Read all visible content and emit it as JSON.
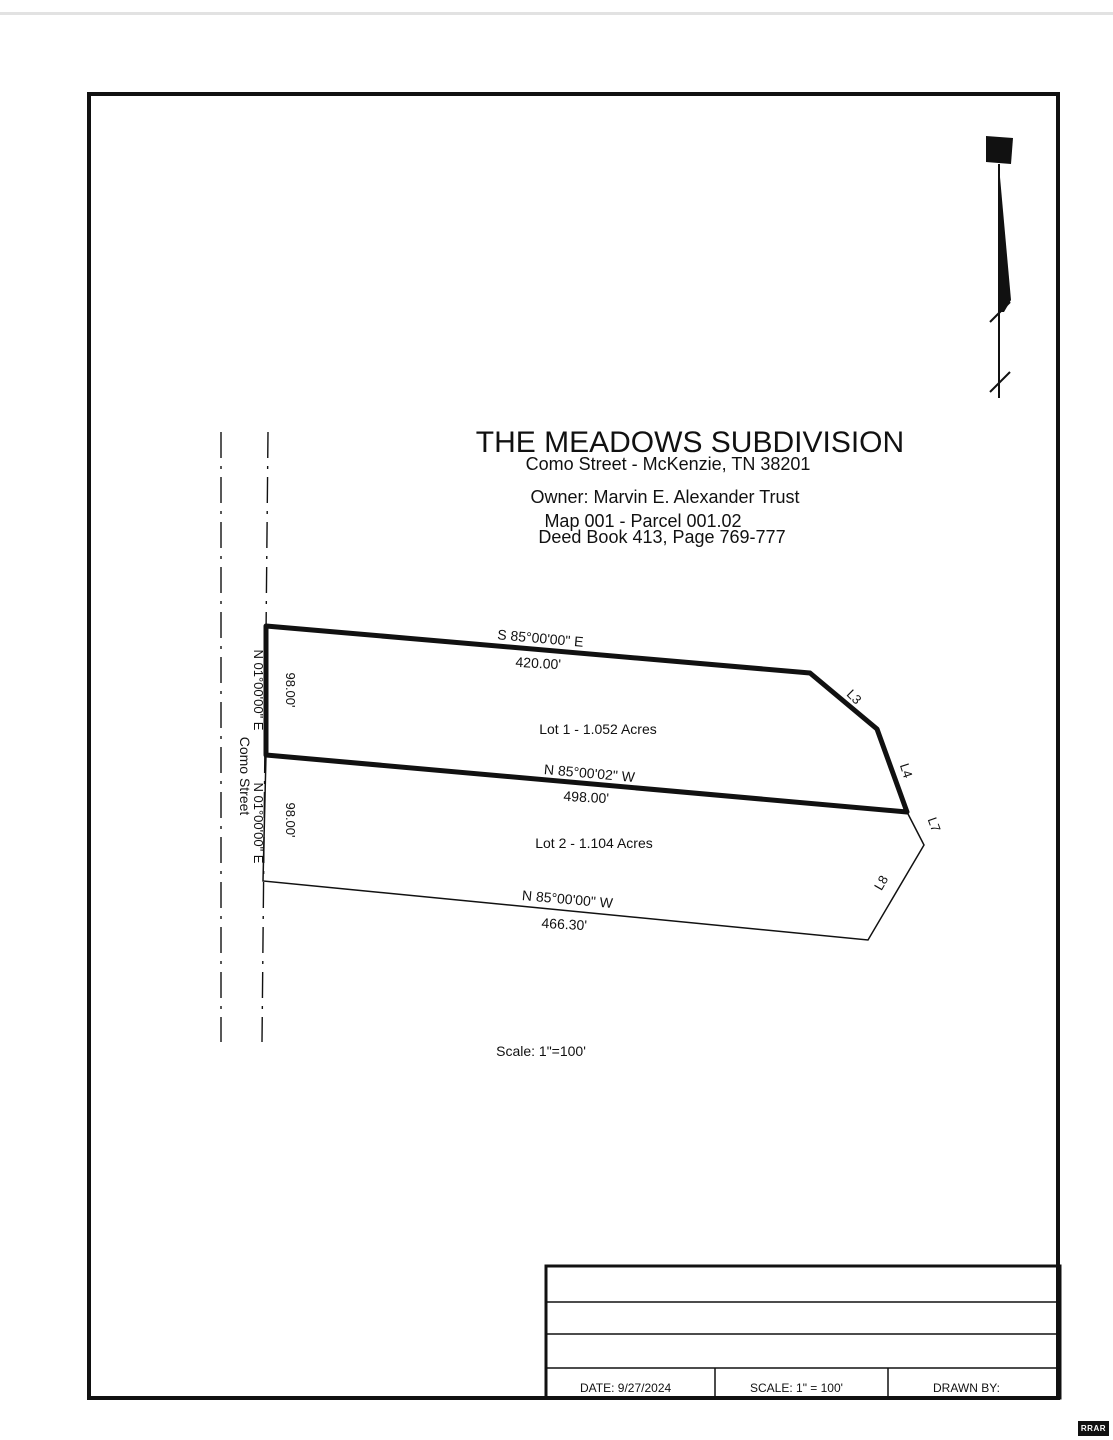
{
  "title": "THE MEADOWS SUBDIVISION",
  "address": "Como Street - McKenzie, TN 38201",
  "owner": "Owner:  Marvin E. Alexander Trust",
  "map_parcel": "Map 001 - Parcel 001.02",
  "deed": "Deed Book 413, Page 769-777",
  "street_name": "Como Street",
  "lot1": {
    "label": "Lot 1 -  1.052 Acres",
    "north_bearing": "S 85°00'00\" E",
    "north_distance": "420.00'",
    "west_bearing": "N 01°00'00\" E",
    "west_distance": "98.00'",
    "line_l3": "L3",
    "line_l4": "L4"
  },
  "lot2": {
    "label": "Lot 2 - 1.104 Acres",
    "north_bearing": "N 85°00'02\" W",
    "north_distance": "498.00'",
    "west_bearing": "N 01°00'00\" E",
    "west_distance": "98.00'",
    "south_bearing": "N 85°00'00\" W",
    "south_distance": "466.30'",
    "line_l7": "L7",
    "line_l8": "L8"
  },
  "scale_note": "Scale: 1\"=100'",
  "title_block": {
    "date": "DATE: 9/27/2024",
    "scale": "SCALE: 1\" = 100'",
    "drawn_by": "DRAWN BY:"
  },
  "watermark": "RRAR",
  "north_arrow_icon": "north-arrow-icon"
}
